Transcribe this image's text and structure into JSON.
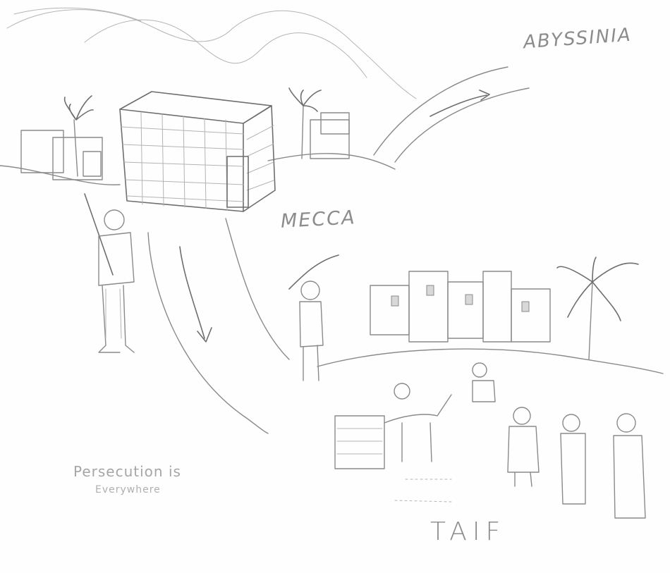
{
  "labels": {
    "abyssinia": "ABYSSINIA",
    "mecca": "MECCA",
    "taif": "TAIF",
    "persecution_line1": "Persecution is",
    "persecution_line2": "Everywhere"
  },
  "colors": {
    "pencil": "#8a8a8a",
    "paper": "#fefefe"
  }
}
